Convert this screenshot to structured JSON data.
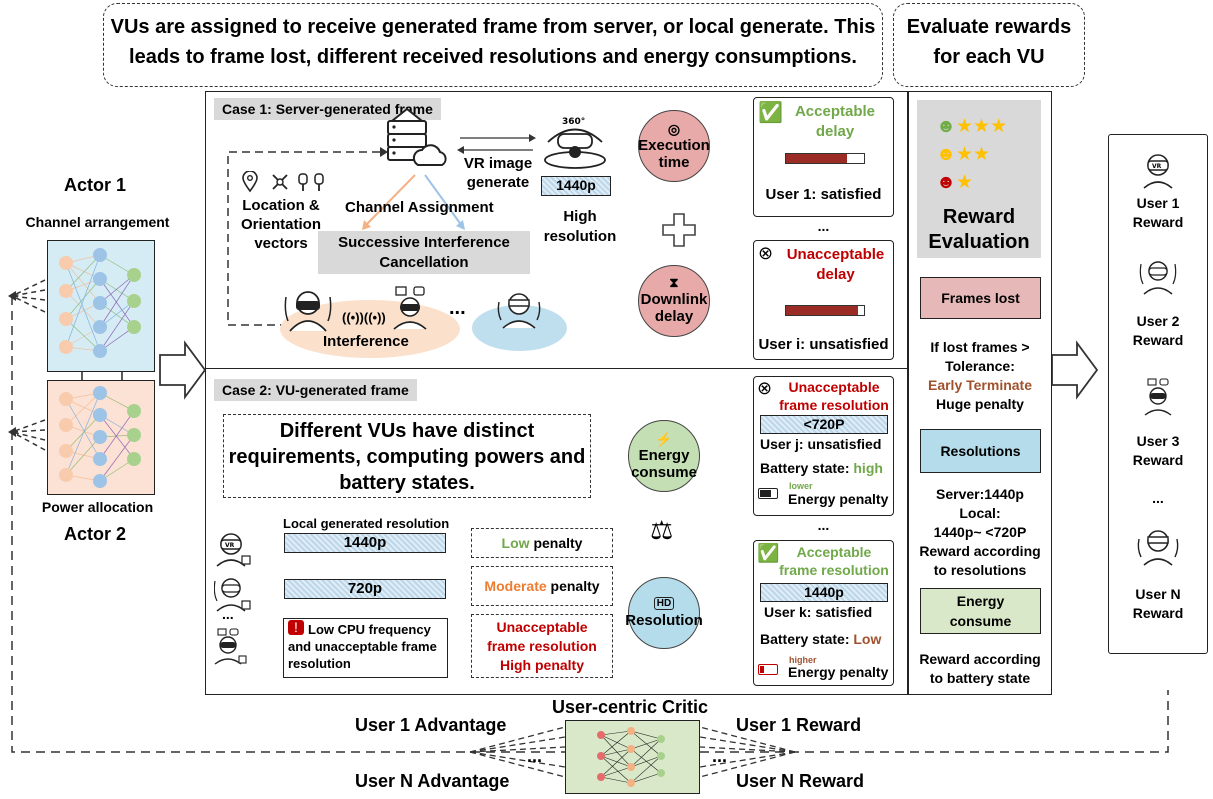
{
  "header": {
    "left_line1": "VUs are assigned to receive generated frame from server, or local generate. This",
    "left_line2": "leads to frame lost, different received resolutions and energy consumptions.",
    "right_line1": "Evaluate rewards",
    "right_line2": "for each VU"
  },
  "actors": {
    "actor1": "Actor 1",
    "channel": "Channel arrangement",
    "power": "Power allocation",
    "actor2": "Actor 2"
  },
  "case1": {
    "tag": "Case 1: Server-generated frame",
    "vr_line1": "VR image",
    "vr_line2": "generate",
    "res_box": "1440p",
    "high_line1": "High",
    "high_line2": "resolution",
    "loc_line1": "Location &",
    "loc_line2": "Orientation",
    "loc_line3": "vectors",
    "channel_assign": "Channel Assignment",
    "sic_line1": "Successive Interference",
    "sic_line2": "Cancellation",
    "interference": "Interference",
    "ellipsis": "...",
    "exec_line1": "Execution",
    "exec_line2": "time",
    "down_line1": "Downlink",
    "down_line2": "delay",
    "acc_line1": "Acceptable",
    "acc_line2": "delay",
    "user1": "User 1: satisfied",
    "dots": "...",
    "unacc_line1": "Unacceptable",
    "unacc_line2": "delay",
    "useri": "User i: unsatisfied",
    "acc_fill": 0.78,
    "unacc_fill": 0.92
  },
  "case2": {
    "tag": "Case 2: VU-generated frame",
    "diff_line1": "Different VUs have distinct",
    "diff_line2": "requirements, computing powers and",
    "diff_line3": "battery states.",
    "energy_line1": "Energy",
    "energy_line2": "consume",
    "resolution": "Resolution",
    "local_label": "Local generated resolution",
    "bar1": "1440p",
    "bar2": "720p",
    "dots": "...",
    "warn_line1": "Low CPU frequency",
    "warn_line2": "and unacceptable frame",
    "warn_line3": "resolution",
    "low_word": "Low",
    "penalty_word": "penalty",
    "moderate_word": "Moderate",
    "unacc_p_line1": "Unacceptable",
    "unacc_p_line2": "frame resolution",
    "high_p": "High penalty",
    "uj_line1": "Unacceptable",
    "uj_line2": "frame resolution",
    "uj_res": "<720P",
    "uj_user": "User j: unsatisfied",
    "batt_label": "Battery state:",
    "batt_high": "high",
    "lower": "lower",
    "energy_penalty": "Energy penalty",
    "mid_dots": "...",
    "uk_line1": "Acceptable",
    "uk_line2": "frame resolution",
    "uk_res": "1440p",
    "uk_user": "User k: satisfied",
    "batt_low": "Low",
    "higher": "higher"
  },
  "reward_panel": {
    "title_line1": "Reward",
    "title_line2": "Evaluation",
    "frames_lost": "Frames lost",
    "lost_line1": "If lost frames >",
    "lost_line2": "Tolerance:",
    "early": "Early Terminate",
    "huge": "Huge penalty",
    "resolutions": "Resolutions",
    "srv": "Server:1440p",
    "local": "Local:",
    "range": "1440p~ <720P",
    "rew_res_line1": "Reward according",
    "rew_res_line2": "to resolutions",
    "energy_line1": "Energy",
    "energy_line2": "consume",
    "rew_bat_line1": "Reward according",
    "rew_bat_line2": "to battery state"
  },
  "users": {
    "u1a": "User 1",
    "u1b": "Reward",
    "u2a": "User 2",
    "u2b": "Reward",
    "u3a": "User 3",
    "u3b": "Reward",
    "dots": "...",
    "una": "User N",
    "unb": "Reward"
  },
  "critic": {
    "title": "User-centric Critic",
    "adv1": "User 1 Advantage",
    "advN": "User N Advantage",
    "rew1": "User 1 Reward",
    "rewN": "User N Reward",
    "dots_l": "...",
    "dots_r": "..."
  },
  "colors": {
    "accept_green": "#70a84a",
    "unaccept_red": "#c00000",
    "moderate_orange": "#ed7d31",
    "exec_circle": "#e8a9a9",
    "energy_circle": "#c5dfb4",
    "resolution_circle": "#b5dcea",
    "frames_lost_box": "#e6b8b8",
    "resolutions_box": "#b4dcea",
    "energy_box": "#d9e8c8",
    "actor1_bg": "#d6ecf5",
    "actor2_bg": "#fbe2d5"
  },
  "icons": {
    "location": "location-pin-icon",
    "star": "star-icon",
    "scale": "balance-scale-icon",
    "warning": "warning-icon",
    "check": "check-circle-icon",
    "cross": "cross-circle-icon",
    "battery": "battery-icon",
    "server": "server-icon",
    "hd": "hd-icon",
    "lightning": "lightning-icon",
    "hourglass": "hourglass-icon",
    "vr_user": "vr-headset-user-icon",
    "neural_net": "neural-network-icon"
  }
}
